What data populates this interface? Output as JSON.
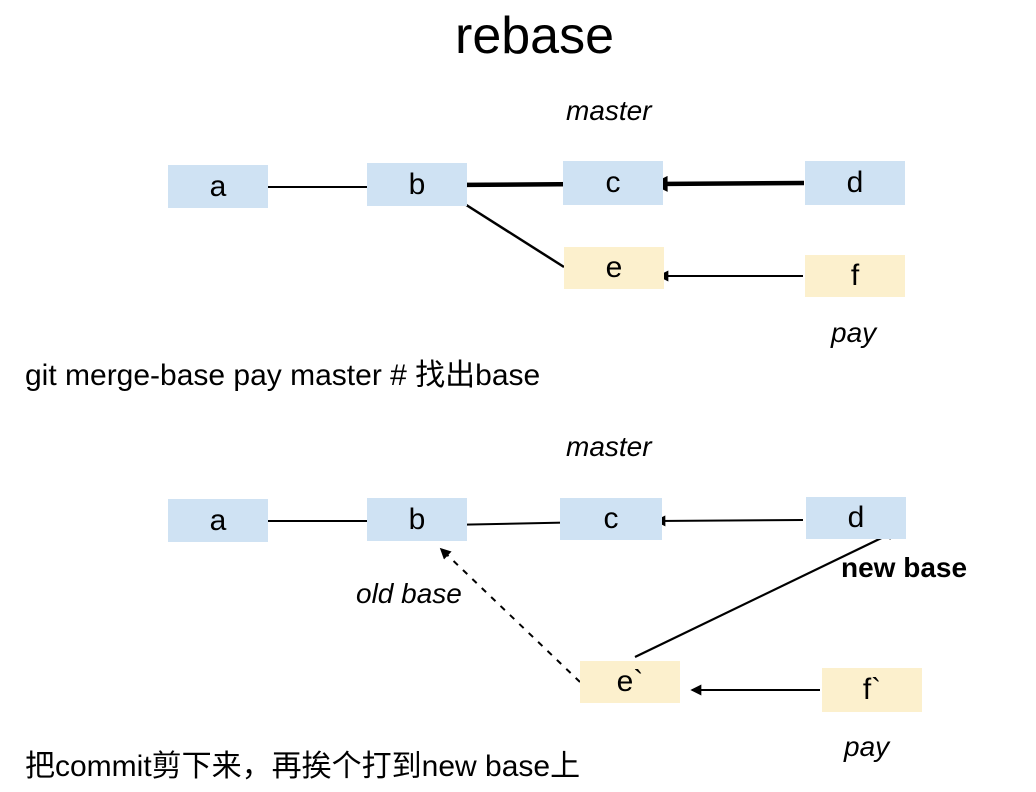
{
  "title": "rebase",
  "colors": {
    "master_commit_fill": "#cfe2f3",
    "branch_commit_fill": "#fcf0cd",
    "arrow": "#000000",
    "text": "#000000",
    "background": "#ffffff"
  },
  "diagram_top": {
    "master_label": "master",
    "pay_label": "pay",
    "commits": [
      {
        "label": "a"
      },
      {
        "label": "b"
      },
      {
        "label": "c"
      },
      {
        "label": "d"
      },
      {
        "label": "e"
      },
      {
        "label": "f"
      }
    ]
  },
  "caption_top": "git merge-base pay master # 找出base",
  "diagram_bottom": {
    "master_label": "master",
    "pay_label": "pay",
    "old_base_label": "old base",
    "new_base_label": "new base",
    "commits": [
      {
        "label": "a"
      },
      {
        "label": "b"
      },
      {
        "label": "c"
      },
      {
        "label": "d"
      },
      {
        "label": "e`"
      },
      {
        "label": "f`"
      }
    ]
  },
  "caption_bottom": "把commit剪下来，再挨个打到new base上"
}
